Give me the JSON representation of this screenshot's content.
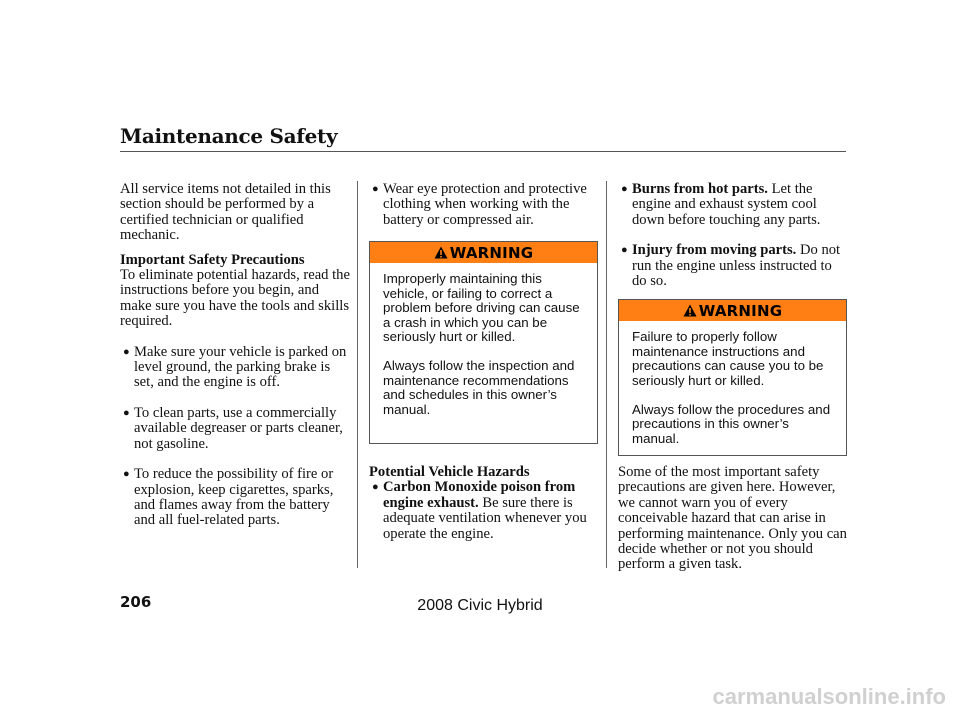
{
  "page_title": "Maintenance Safety",
  "page_number": "206",
  "footer_model": "2008  Civic  Hybrid",
  "watermark": "carmanualsonline.info",
  "col1": {
    "intro": "All service items not detailed in this section should be performed by a certified technician or qualified mechanic.",
    "subheading": "Important Safety Precautions",
    "subtext": "To eliminate potential hazards, read the instructions before you begin, and make sure you have the tools and skills required.",
    "bullets": [
      "Make sure your vehicle is parked on level ground, the parking brake is set, and the engine is off.",
      "To clean parts, use a commercially available degreaser or parts cleaner, not gasoline.",
      "To reduce the possibility of fire or explosion, keep cigarettes, sparks, and flames away from the battery and all fuel-related parts."
    ]
  },
  "col2": {
    "bullet_top": "Wear eye protection and protective clothing when working with the battery or compressed air.",
    "warning": {
      "label": "WARNING",
      "para1": "Improperly maintaining this vehicle, or failing to correct a problem before driving can cause a crash in which you can be seriously hurt or killed.",
      "para2": "Always follow the inspection and maintenance recommendations and schedules in this owner’s manual."
    },
    "subheading": "Potential Vehicle Hazards",
    "bullet_bold": "Carbon Monoxide poison from engine exhaust.",
    "bullet_rest": " Be sure there is adequate ventilation whenever you operate the engine."
  },
  "col3": {
    "bullet1_bold": "Burns from hot parts.",
    "bullet1_rest": " Let the engine and exhaust system cool down before touching any parts.",
    "bullet2_bold": "Injury from moving parts.",
    "bullet2_rest": " Do not run the engine unless instructed to do so.",
    "warning": {
      "label": "WARNING",
      "para1": "Failure to properly follow maintenance instructions and precautions can cause you to be seriously hurt or killed.",
      "para2": "Always follow the procedures and precautions in this owner’s manual."
    },
    "closing": "Some of the most important safety precautions are given here. However, we cannot warn you of every conceivable hazard that can arise in performing maintenance. Only you can decide whether or not you should perform a given task."
  },
  "colors": {
    "warning_bar": "#ff7f14"
  }
}
